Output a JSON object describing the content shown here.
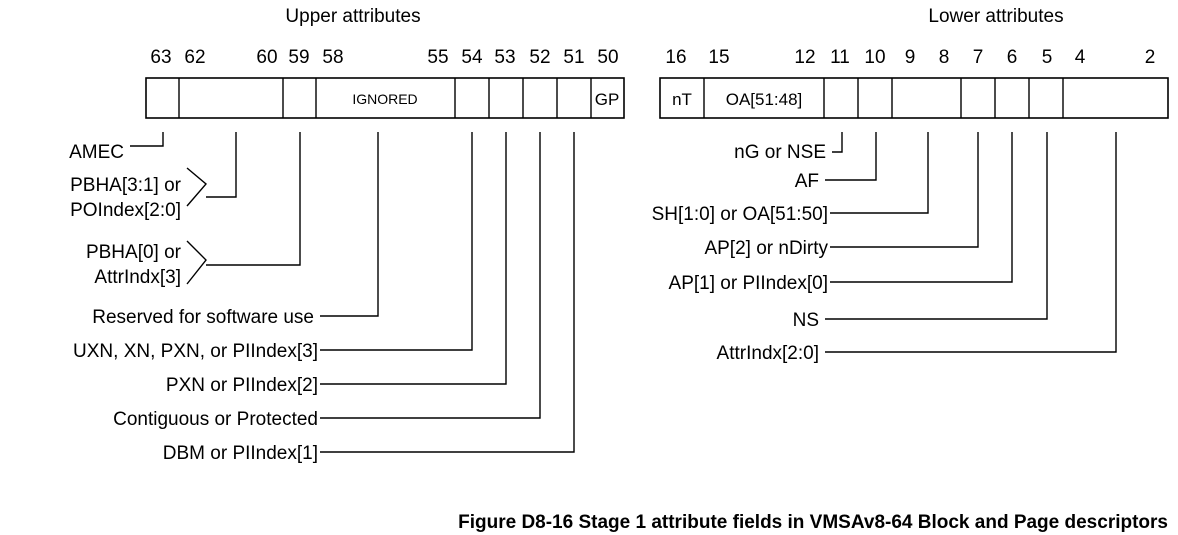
{
  "upper": {
    "title": "Upper attributes",
    "bits": [
      "63",
      "62",
      "60",
      "59",
      "58",
      "55",
      "54",
      "53",
      "52",
      "51",
      "50"
    ],
    "ignored": "IGNORED",
    "gp": "GP",
    "labels": {
      "amec": "AMEC",
      "pbha31_a": "PBHA[3:1] or",
      "pbha31_b": "POIndex[2:0]",
      "pbha0_a": "PBHA[0] or",
      "pbha0_b": "AttrIndx[3]",
      "reserved": "Reserved for software use",
      "uxn": "UXN, XN, PXN, or PIIndex[3]",
      "pxn": "PXN or PIIndex[2]",
      "contig": "Contiguous or Protected",
      "dbm": "DBM or PIIndex[1]"
    }
  },
  "lower": {
    "title": "Lower attributes",
    "bits": [
      "16",
      "15",
      "12",
      "11",
      "10",
      "9",
      "8",
      "7",
      "6",
      "5",
      "4",
      "2"
    ],
    "nt": "nT",
    "oa": "OA[51:48]",
    "labels": {
      "ng": "nG or NSE",
      "af": "AF",
      "sh": "SH[1:0] or OA[51:50]",
      "ap2": "AP[2] or nDirty",
      "ap1": "AP[1] or PIIndex[0]",
      "ns": "NS",
      "attr": "AttrIndx[2:0]"
    }
  },
  "caption": "Figure D8-16 Stage 1 attribute fields in VMSAv8-64 Block and Page descriptors"
}
